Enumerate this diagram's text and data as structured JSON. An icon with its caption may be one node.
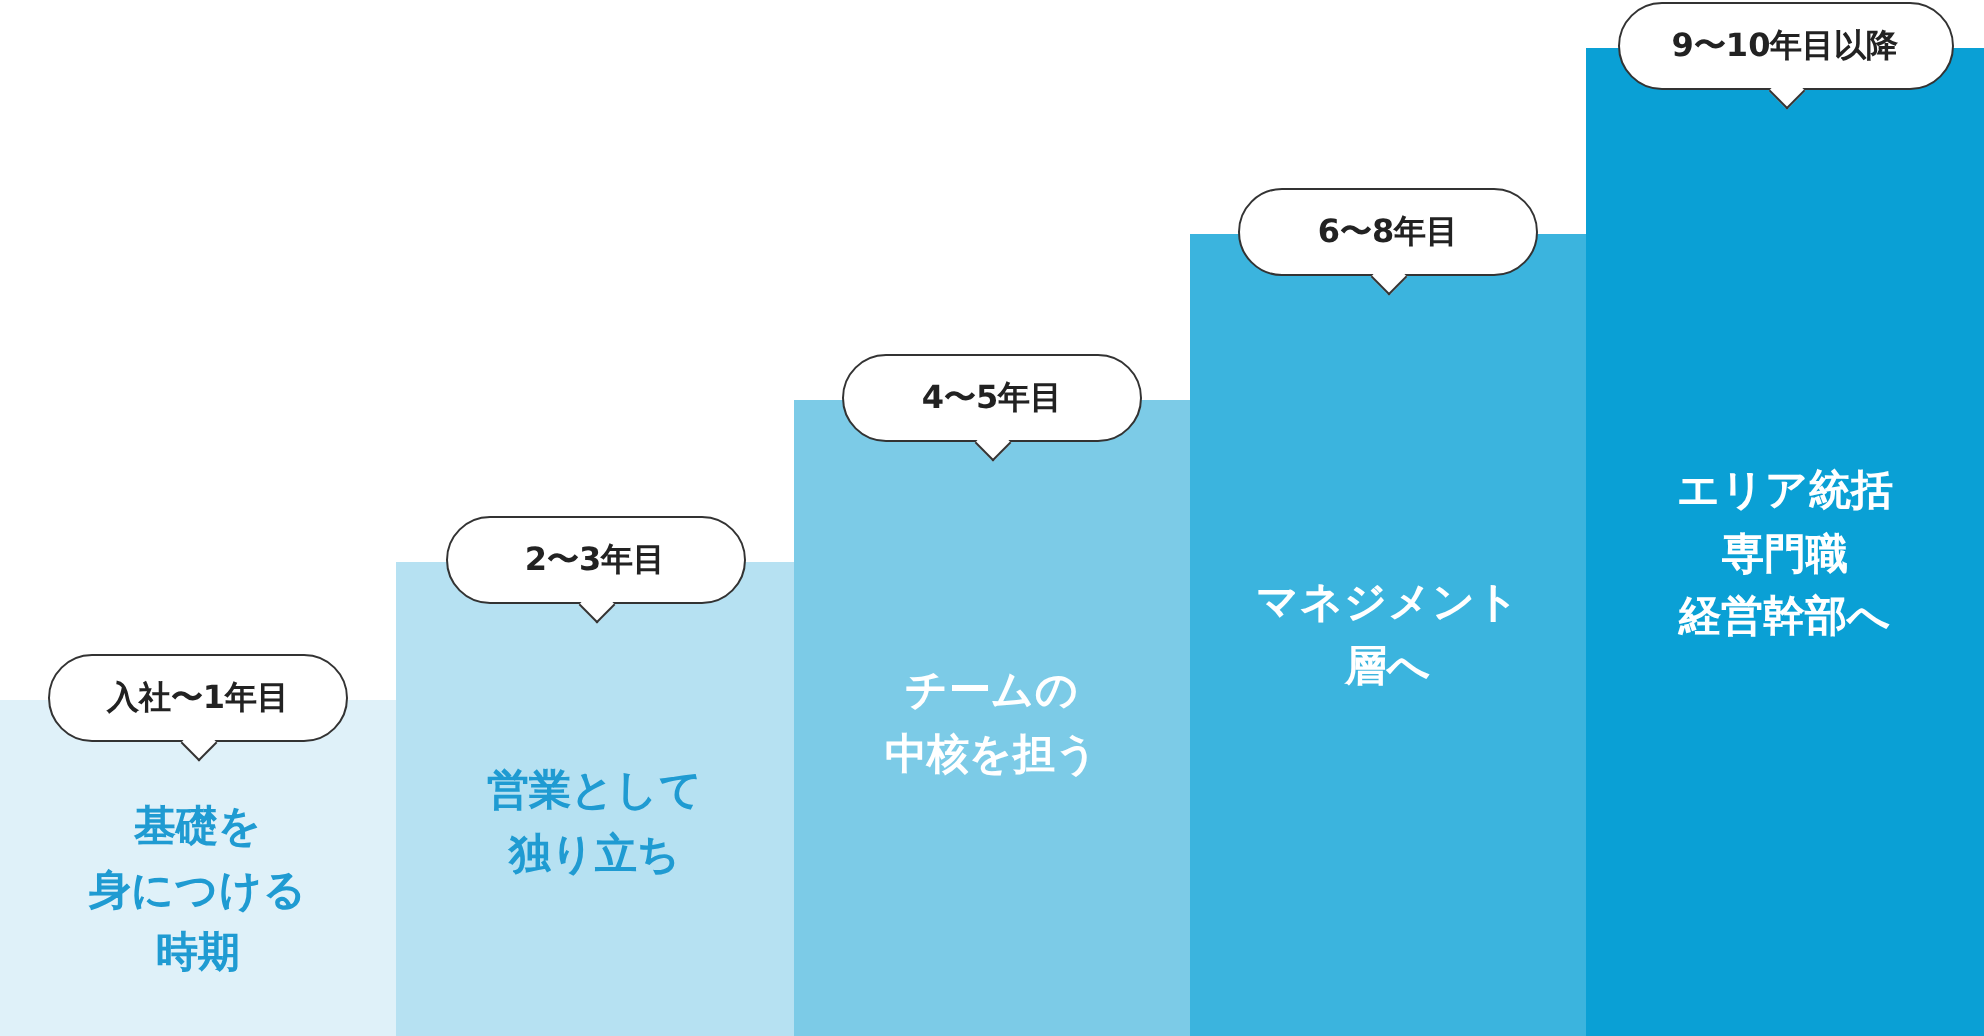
{
  "diagram": {
    "nodes": [
      {
        "text": [
          "入社〜1年目",
          "基礎を身につける時期"
        ]
      },
      {
        "text": [
          "2〜3年目",
          "営業として独り立ち"
        ]
      },
      {
        "text": [
          "4〜5年目",
          "チームの中核を担う"
        ]
      },
      {
        "text": [
          "6〜8年目",
          "マネジメント層へ"
        ]
      },
      {
        "text": [
          "9〜10年目以降",
          "エリア統括専門職経営幹部へ"
        ]
      }
    ]
  }
}
